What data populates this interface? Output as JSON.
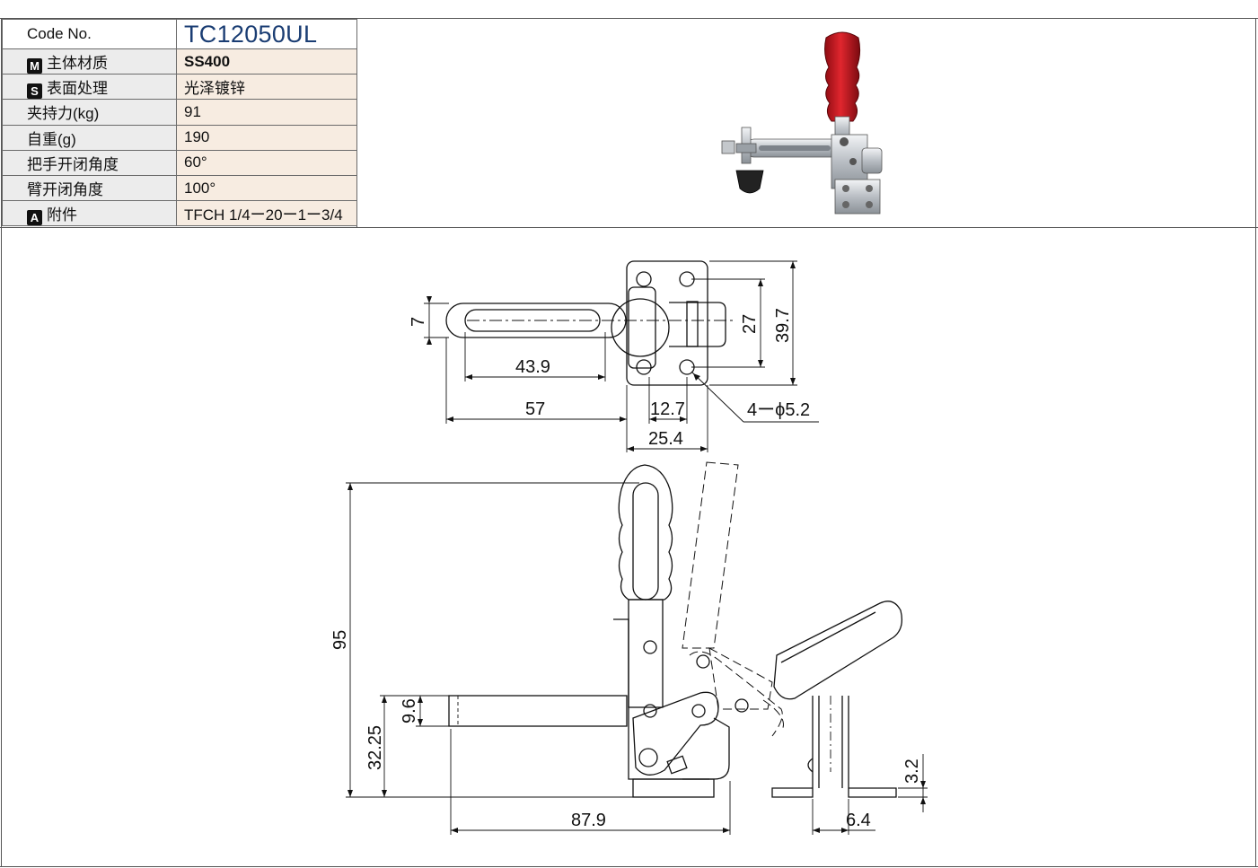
{
  "spec": {
    "code_label": "Code No.",
    "code_value": "TC12050UL",
    "rows": [
      {
        "badge": "M",
        "label": "主体材质",
        "value": "SS400"
      },
      {
        "badge": "S",
        "label": "表面处理",
        "value": "光泽镀锌"
      },
      {
        "badge": "",
        "label": "夹持力(kg)",
        "value": "91"
      },
      {
        "badge": "",
        "label": "自重(g)",
        "value": "190"
      },
      {
        "badge": "",
        "label": "把手开闭角度",
        "value": "60°"
      },
      {
        "badge": "",
        "label": "臂开闭角度",
        "value": "100°"
      },
      {
        "badge": "A",
        "label": "附件",
        "value": "TFCH 1/4ー20ー1ー3/4"
      }
    ]
  },
  "drawing": {
    "top_view": {
      "dim_slot_width": "7",
      "dim_slot_length": "43.9",
      "dim_overall_left": "57",
      "dim_hole_pitch_x": "12.7",
      "dim_base_width": "25.4",
      "dim_hole_pitch_y": "27",
      "dim_base_height": "39.7",
      "dim_holes": "4ーϕ5.2"
    },
    "side_view": {
      "dim_total_height": "95",
      "dim_spindle_height": "32.25",
      "dim_arm_thickness": "9.6",
      "dim_reach": "87.9"
    },
    "end_view": {
      "dim_base_thickness": "3.2",
      "dim_width": "6.4"
    }
  },
  "colors": {
    "handle": "#c8101a",
    "code_text": "#1a3d73",
    "value_bg": "#f7ece1",
    "label_bg": "#ececec"
  }
}
